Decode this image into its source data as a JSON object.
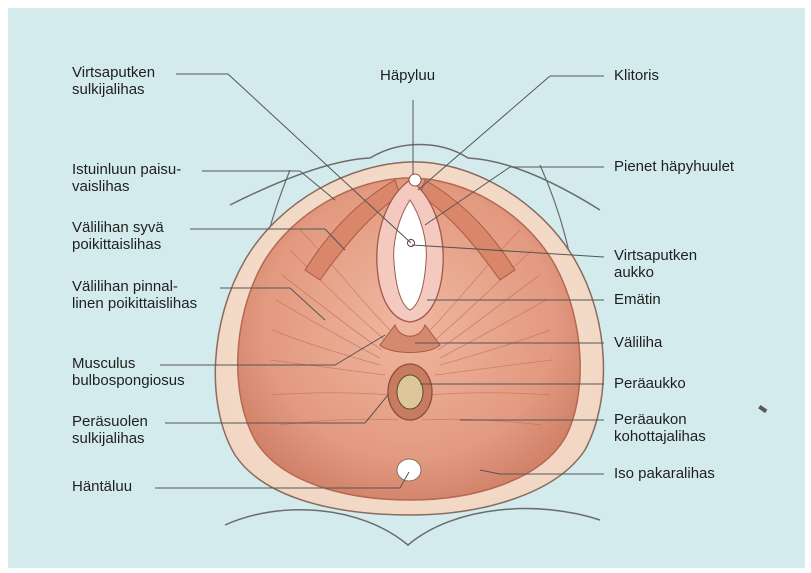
{
  "labels_left": [
    {
      "id": "l1",
      "text": "Virtsaputken\nsulkijalihas"
    },
    {
      "id": "l2",
      "text": "Istuinluun paisu-\nvaislihas"
    },
    {
      "id": "l3",
      "text": "Välilihan syvä\npoikittaislihas"
    },
    {
      "id": "l4",
      "text": "Välilihan pinnal-\nlinen poikittaislihas"
    },
    {
      "id": "l5",
      "text": "Musculus\nbulbospongiosus"
    },
    {
      "id": "l6",
      "text": "Peräsuolen\nsulkijalihas"
    },
    {
      "id": "l7",
      "text": "Häntäluu"
    }
  ],
  "label_top": {
    "id": "t1",
    "text": "Häpyluu"
  },
  "labels_right": [
    {
      "id": "r1",
      "text": "Klitoris"
    },
    {
      "id": "r2",
      "text": "Pienet häpyhuulet"
    },
    {
      "id": "r3",
      "text": "Virtsaputken\naukko"
    },
    {
      "id": "r4",
      "text": "Emätin"
    },
    {
      "id": "r5",
      "text": "Väliliha"
    },
    {
      "id": "r6",
      "text": "Peräaukko"
    },
    {
      "id": "r7",
      "text": "Peräaukon\nkohottajalihas"
    },
    {
      "id": "r8",
      "text": "Iso pakaralihas"
    }
  ],
  "colors": {
    "background": "#d3ebed",
    "skin": "#f6e0cf",
    "muscle": "#e29a80",
    "muscle_dark": "#c36a52",
    "line": "#555555"
  }
}
